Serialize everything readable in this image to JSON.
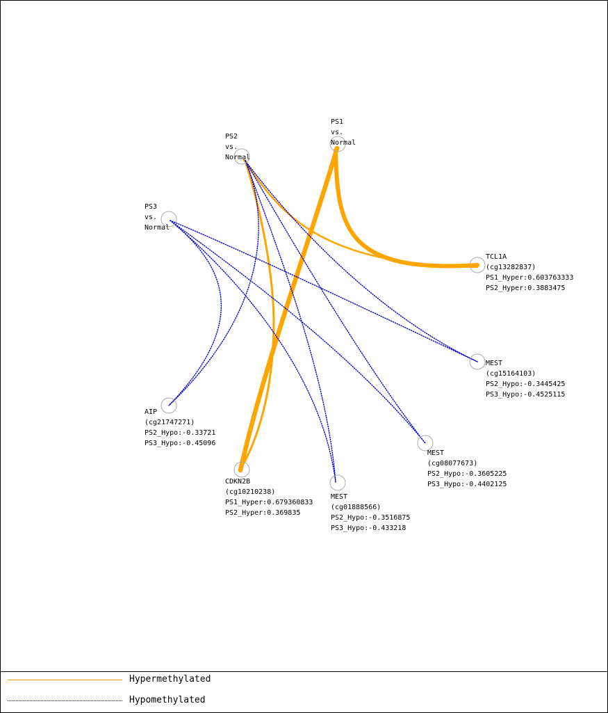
{
  "colors": {
    "hyper": "#ffa500",
    "hypo": "#0000cc",
    "node_circle": "#aaaaaa",
    "text": "#000000"
  },
  "nodes": {
    "ps1": {
      "lines": [
        "PS1",
        "vs.",
        "Normal"
      ]
    },
    "ps2": {
      "lines": [
        "PS2",
        "vs.",
        "Normal"
      ]
    },
    "ps3": {
      "lines": [
        "PS3",
        "vs.",
        "Normal"
      ]
    },
    "tcl1a": {
      "lines": [
        "TCL1A",
        "(cg13282837)",
        "PS1_Hyper:0.603763333",
        "PS2_Hyper:0.3883475"
      ]
    },
    "mest_cg15164103": {
      "lines": [
        "MEST",
        "(cg15164103)",
        "PS2_Hypo:-0.3445425",
        "PS3_Hypo:-0.4525115"
      ]
    },
    "mest_cg08077673": {
      "lines": [
        "MEST",
        "(cg08077673)",
        "PS2_Hypo:-0.3605225",
        "PS3_Hypo:-0.4402125"
      ]
    },
    "mest_cg01888566": {
      "lines": [
        "MEST",
        "(cg01888566)",
        "PS2_Hypo:-0.3516875",
        "PS3_Hypo:-0.433218"
      ]
    },
    "cdkn2b": {
      "lines": [
        "CDKN2B",
        "(cg10210238)",
        "PS1_Hyper:0.679360833",
        "PS2_Hyper:0.369835"
      ]
    },
    "aip": {
      "lines": [
        "AIP",
        "(cg21747271)",
        "PS2_Hypo:-0.33721",
        "PS3_Hypo:-0.45096"
      ]
    }
  },
  "edges": [
    {
      "from": "PS1 vs. Normal",
      "to": "TCL1A (cg13282837)",
      "type": "Hypermethylated",
      "value": 0.603763333
    },
    {
      "from": "PS2 vs. Normal",
      "to": "TCL1A (cg13282837)",
      "type": "Hypermethylated",
      "value": 0.3883475
    },
    {
      "from": "PS1 vs. Normal",
      "to": "CDKN2B (cg10210238)",
      "type": "Hypermethylated",
      "value": 0.679360833
    },
    {
      "from": "PS2 vs. Normal",
      "to": "CDKN2B (cg10210238)",
      "type": "Hypermethylated",
      "value": 0.369835
    },
    {
      "from": "PS2 vs. Normal",
      "to": "MEST (cg15164103)",
      "type": "Hypomethylated",
      "value": -0.3445425
    },
    {
      "from": "PS3 vs. Normal",
      "to": "MEST (cg15164103)",
      "type": "Hypomethylated",
      "value": -0.4525115
    },
    {
      "from": "PS2 vs. Normal",
      "to": "MEST (cg08077673)",
      "type": "Hypomethylated",
      "value": -0.3605225
    },
    {
      "from": "PS3 vs. Normal",
      "to": "MEST (cg08077673)",
      "type": "Hypomethylated",
      "value": -0.4402125
    },
    {
      "from": "PS2 vs. Normal",
      "to": "MEST (cg01888566)",
      "type": "Hypomethylated",
      "value": -0.3516875
    },
    {
      "from": "PS3 vs. Normal",
      "to": "MEST (cg01888566)",
      "type": "Hypomethylated",
      "value": -0.433218
    },
    {
      "from": "PS2 vs. Normal",
      "to": "AIP (cg21747271)",
      "type": "Hypomethylated",
      "value": -0.33721
    },
    {
      "from": "PS3 vs. Normal",
      "to": "AIP (cg21747271)",
      "type": "Hypomethylated",
      "value": -0.45096
    }
  ],
  "legend": {
    "hyper_label": "Hypermethylated",
    "hypo_label": "Hypomethylated"
  }
}
